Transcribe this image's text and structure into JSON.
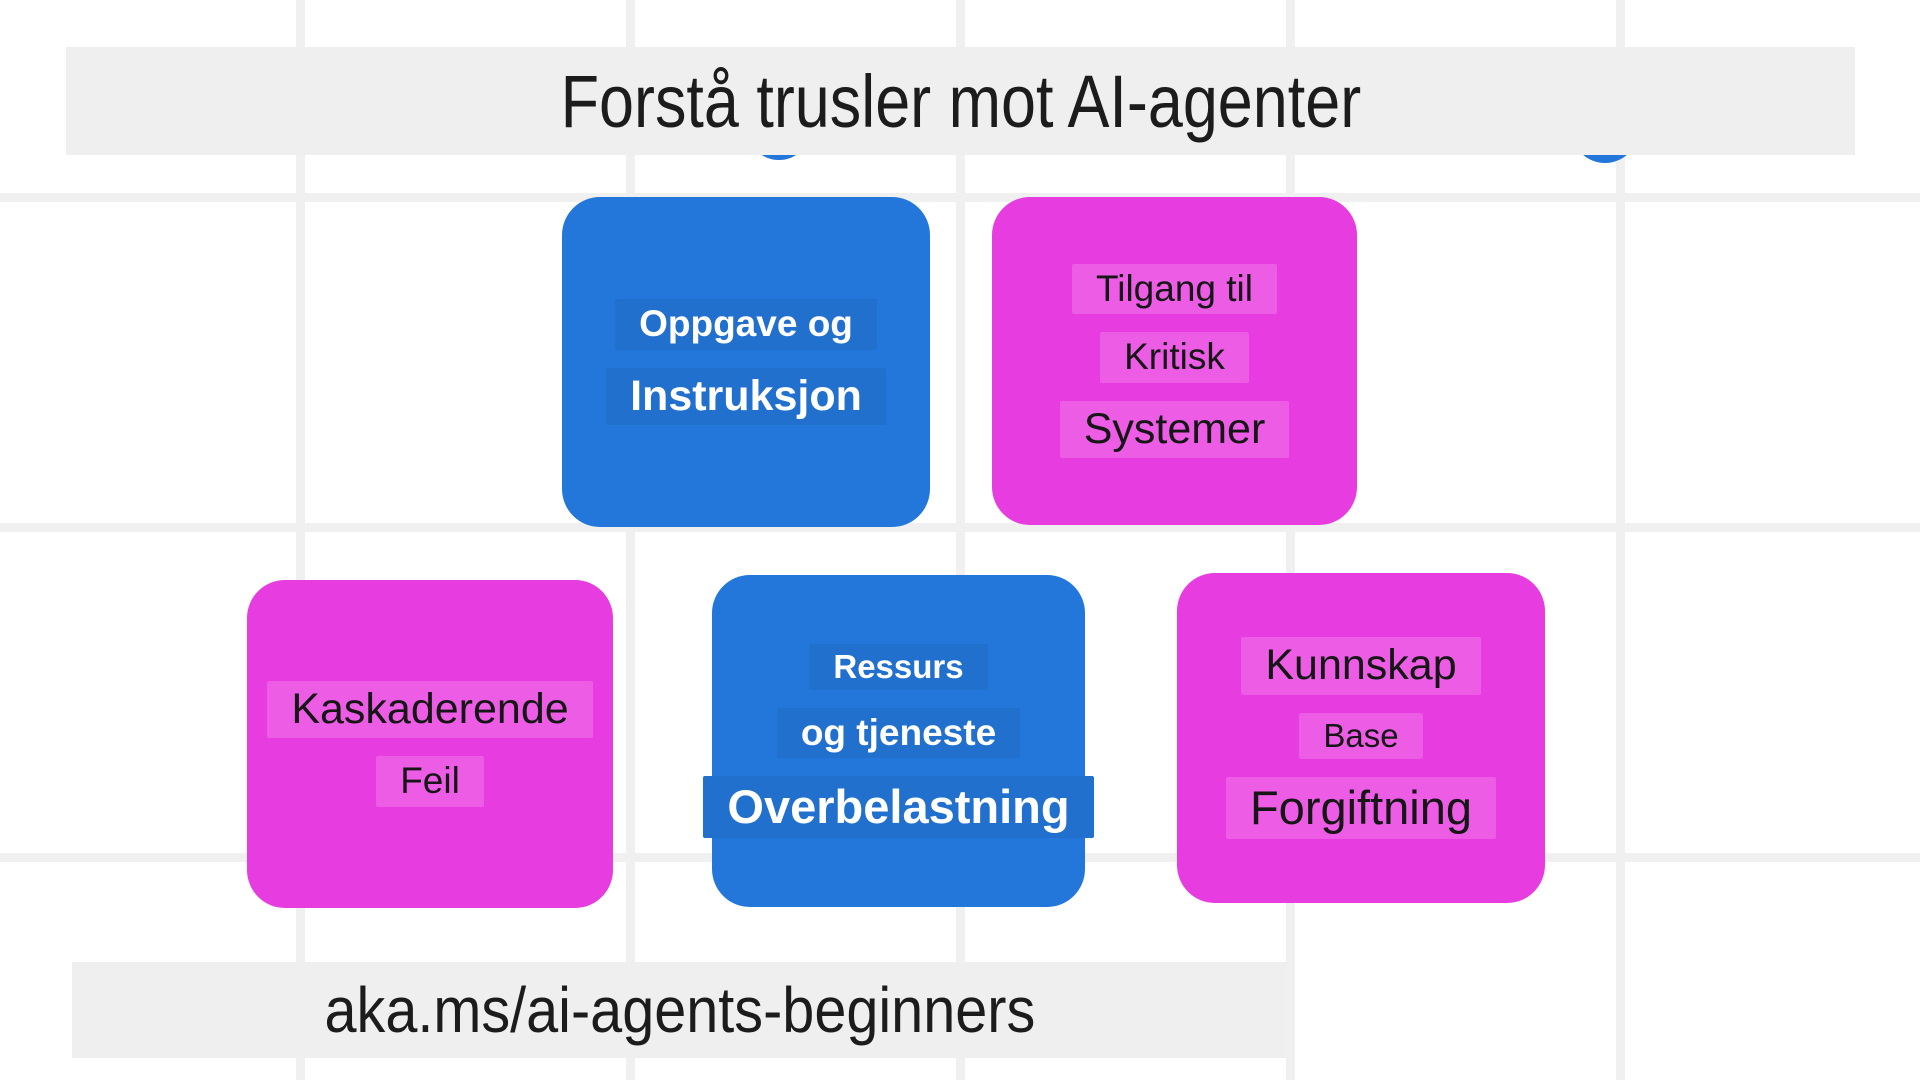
{
  "title": {
    "text": "Forstå trusler mot AI-agenter"
  },
  "footer": {
    "text": "aka.ms/ai-agents-beginners"
  },
  "colors": {
    "background": "#FFFFFF",
    "grid-line": "#F0F0F0",
    "bar-bg": "#EFEFEF",
    "title-text": "#1C1C1C",
    "blue-card": "#2377DB",
    "blue-card-highlight": "#2270CE",
    "blue-card-text": "#FFFFFF",
    "magenta-card": "#E73CE0",
    "magenta-card-highlight": "#EC5CE5",
    "magenta-card-text": "#161616"
  },
  "cards": [
    {
      "id": "task-and-instruction",
      "color": "blue",
      "lines": [
        {
          "text": "Oppgave og"
        },
        {
          "text": "Instruksjon"
        }
      ]
    },
    {
      "id": "access-to-critical-systems",
      "color": "magenta",
      "lines": [
        {
          "text": "Tilgang til"
        },
        {
          "text": "Kritisk"
        },
        {
          "text": "Systemer"
        }
      ]
    },
    {
      "id": "cascading-errors",
      "color": "magenta",
      "lines": [
        {
          "text": "Kaskaderende"
        },
        {
          "text": "Feil"
        }
      ]
    },
    {
      "id": "resource-and-service-overload",
      "color": "blue",
      "lines": [
        {
          "text": "Ressurs"
        },
        {
          "text": "og tjeneste"
        },
        {
          "text": "Overbelastning"
        }
      ]
    },
    {
      "id": "knowledge-base-poisoning",
      "color": "magenta",
      "lines": [
        {
          "text": "Kunnskap"
        },
        {
          "text": "Base"
        },
        {
          "text": "Forgiftning"
        }
      ]
    }
  ]
}
